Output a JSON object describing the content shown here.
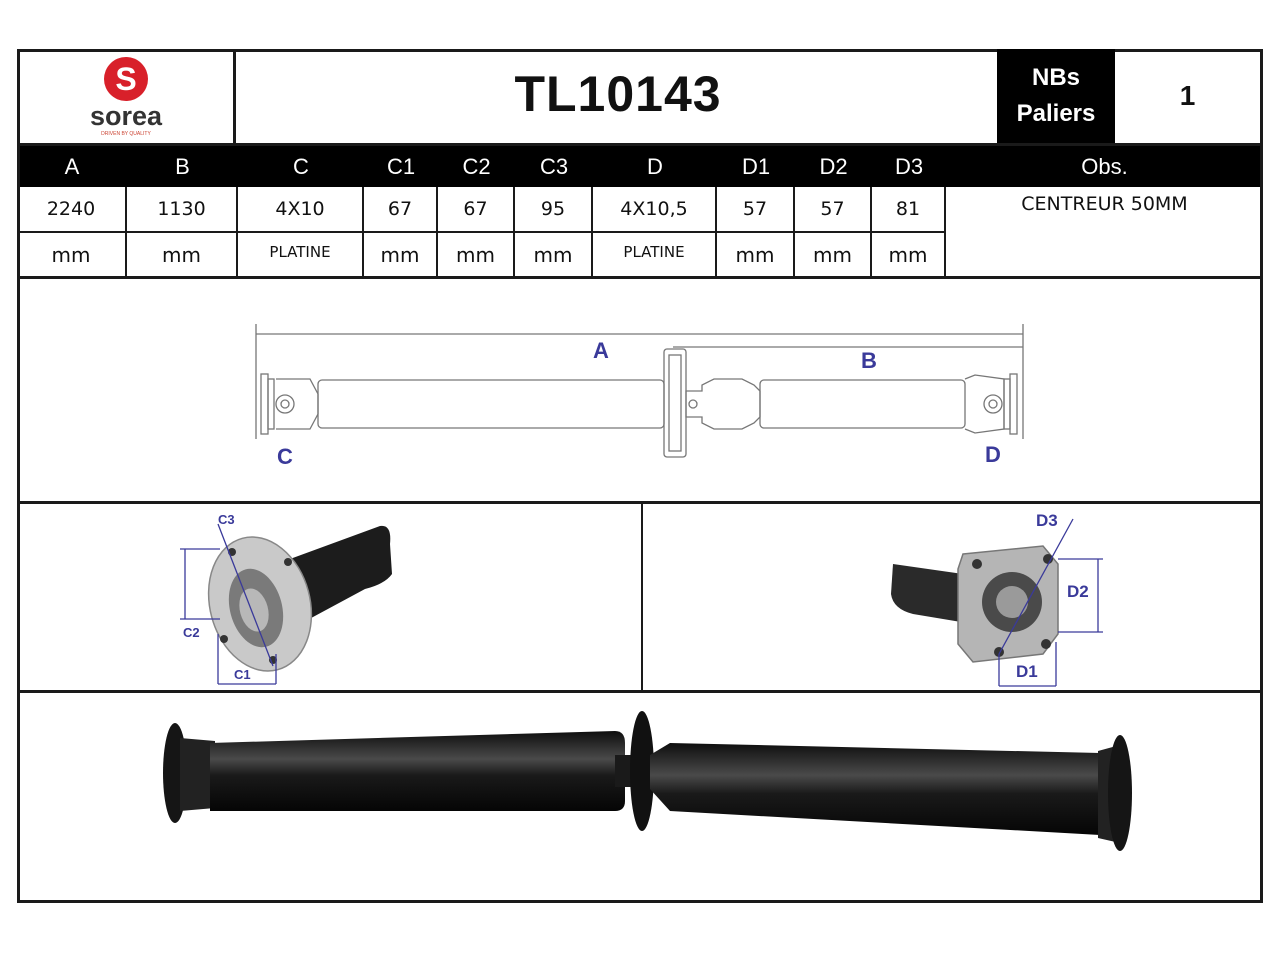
{
  "brand": {
    "name": "sorea",
    "tagline": "DRIVEN BY QUALITY",
    "logo_letter": "S",
    "logo_color": "#d8202a"
  },
  "part_number": "TL10143",
  "bearings": {
    "label_line1": "NBs",
    "label_line2": "Paliers",
    "value": "1"
  },
  "spec_table": {
    "headers": [
      "A",
      "B",
      "C",
      "C1",
      "C2",
      "C3",
      "D",
      "D1",
      "D2",
      "D3",
      "Obs."
    ],
    "values": [
      "2240",
      "1130",
      "4X10",
      "67",
      "67",
      "95",
      "4X10,5",
      "57",
      "57",
      "81",
      "CENTREUR 50MM"
    ],
    "units": [
      "mm",
      "mm",
      "PLATINE",
      "mm",
      "mm",
      "mm",
      "PLATINE",
      "mm",
      "mm",
      "mm",
      ""
    ]
  },
  "diagram_labels": {
    "a": "A",
    "b": "B",
    "c": "C",
    "d": "D"
  },
  "detail_labels": {
    "c1": "C1",
    "c2": "C2",
    "c3": "C3",
    "d1": "D1",
    "d2": "D2",
    "d3": "D3"
  },
  "colors": {
    "dimension": "#3a3a9a",
    "border": "#1a1a1a",
    "header_bg": "#000000"
  }
}
